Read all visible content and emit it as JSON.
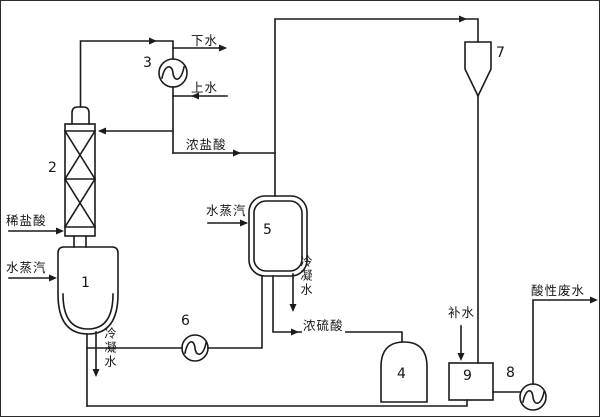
{
  "figure": {
    "kind": "chemical-process-flow-diagram",
    "background": "#ffffff",
    "ink": "#1b1b1b"
  },
  "labels": {
    "drain_water": "下水",
    "supply_water": "上水",
    "conc_hcl": "浓盐酸",
    "dilute_hcl": "稀盐酸",
    "steam_left": "水蒸汽",
    "steam_mid": "水蒸汽",
    "condensate_left": "冷凝水",
    "condensate_mid": "冷凝水",
    "conc_h2so4": "浓硫酸",
    "makeup_water": "补水",
    "acid_wastewater": "酸性废水"
  },
  "equipment": {
    "vessel_1": "1",
    "column_2": "2",
    "condenser_3": "3",
    "tank_4": "4",
    "vessel_5": "5",
    "pump_6": "6",
    "separator_7": "7",
    "pump_8": "8",
    "water_tank_9": "9"
  }
}
